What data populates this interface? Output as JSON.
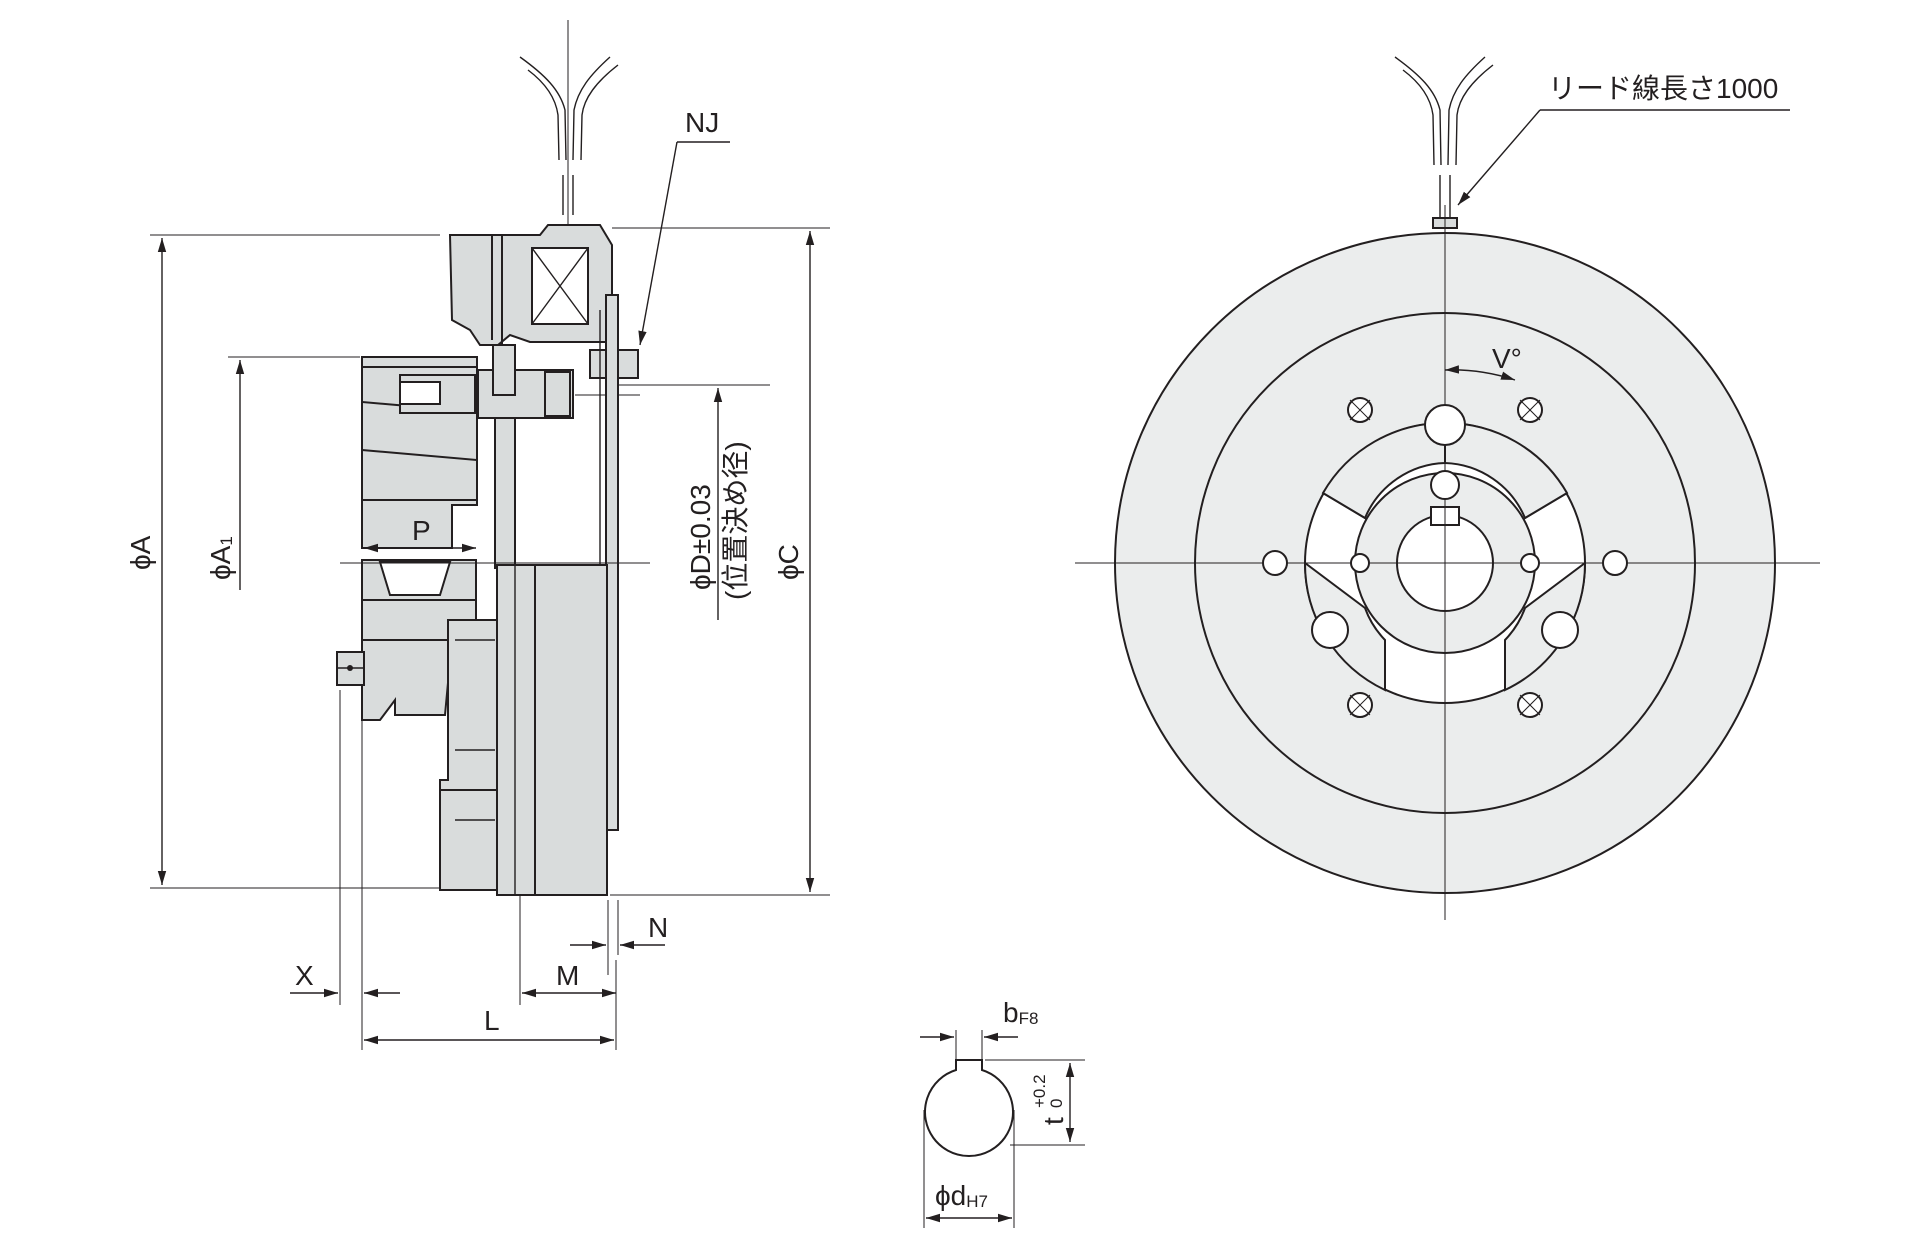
{
  "labels": {
    "nj": "NJ",
    "phi_a": "ϕA",
    "phi_a1_main": "ϕA",
    "phi_a1_sub": "1",
    "p": "P",
    "phi_d": "ϕD±0.03",
    "phi_d_note": "(位置決め径)",
    "phi_c": "ϕC",
    "n": "N",
    "x": "X",
    "m": "M",
    "l": "L",
    "lead_wire": "リード線長さ1000",
    "v_angle": "V°",
    "b": "b",
    "b_sub": "F8",
    "t": "t",
    "t_tol_upper": "+0.2",
    "t_tol_lower": "0",
    "phi_d_small": "ϕd",
    "phi_d_small_sub": "H7"
  }
}
